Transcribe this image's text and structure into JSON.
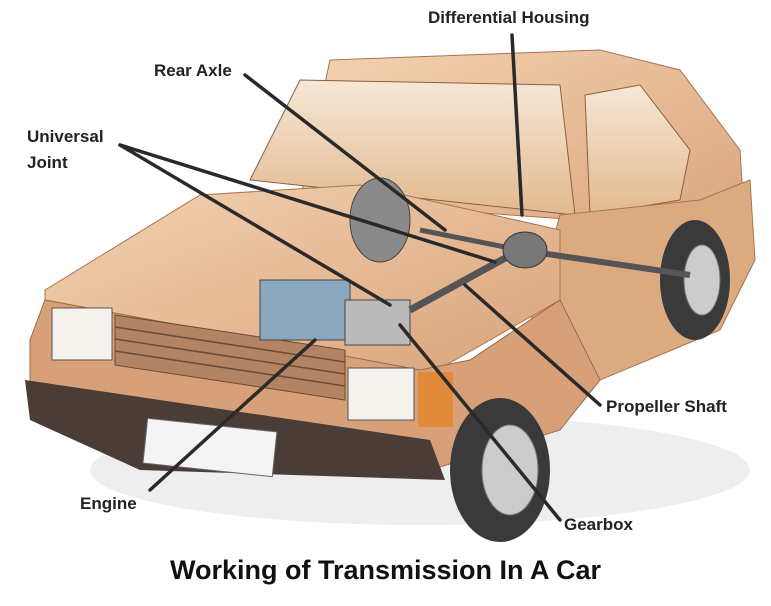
{
  "title": "Working of Transmission In A Car",
  "labels": {
    "differential_housing": "Differential Housing",
    "rear_axle": "Rear Axle",
    "universal_joint_line1": "Universal",
    "universal_joint_line2": "Joint",
    "propeller_shaft": "Propeller Shaft",
    "engine": "Engine",
    "gearbox": "Gearbox"
  },
  "colors": {
    "body": "#e8b98f",
    "shade": "#c98f62",
    "dark": "#5a4a42",
    "line": "#2a2a2a"
  }
}
